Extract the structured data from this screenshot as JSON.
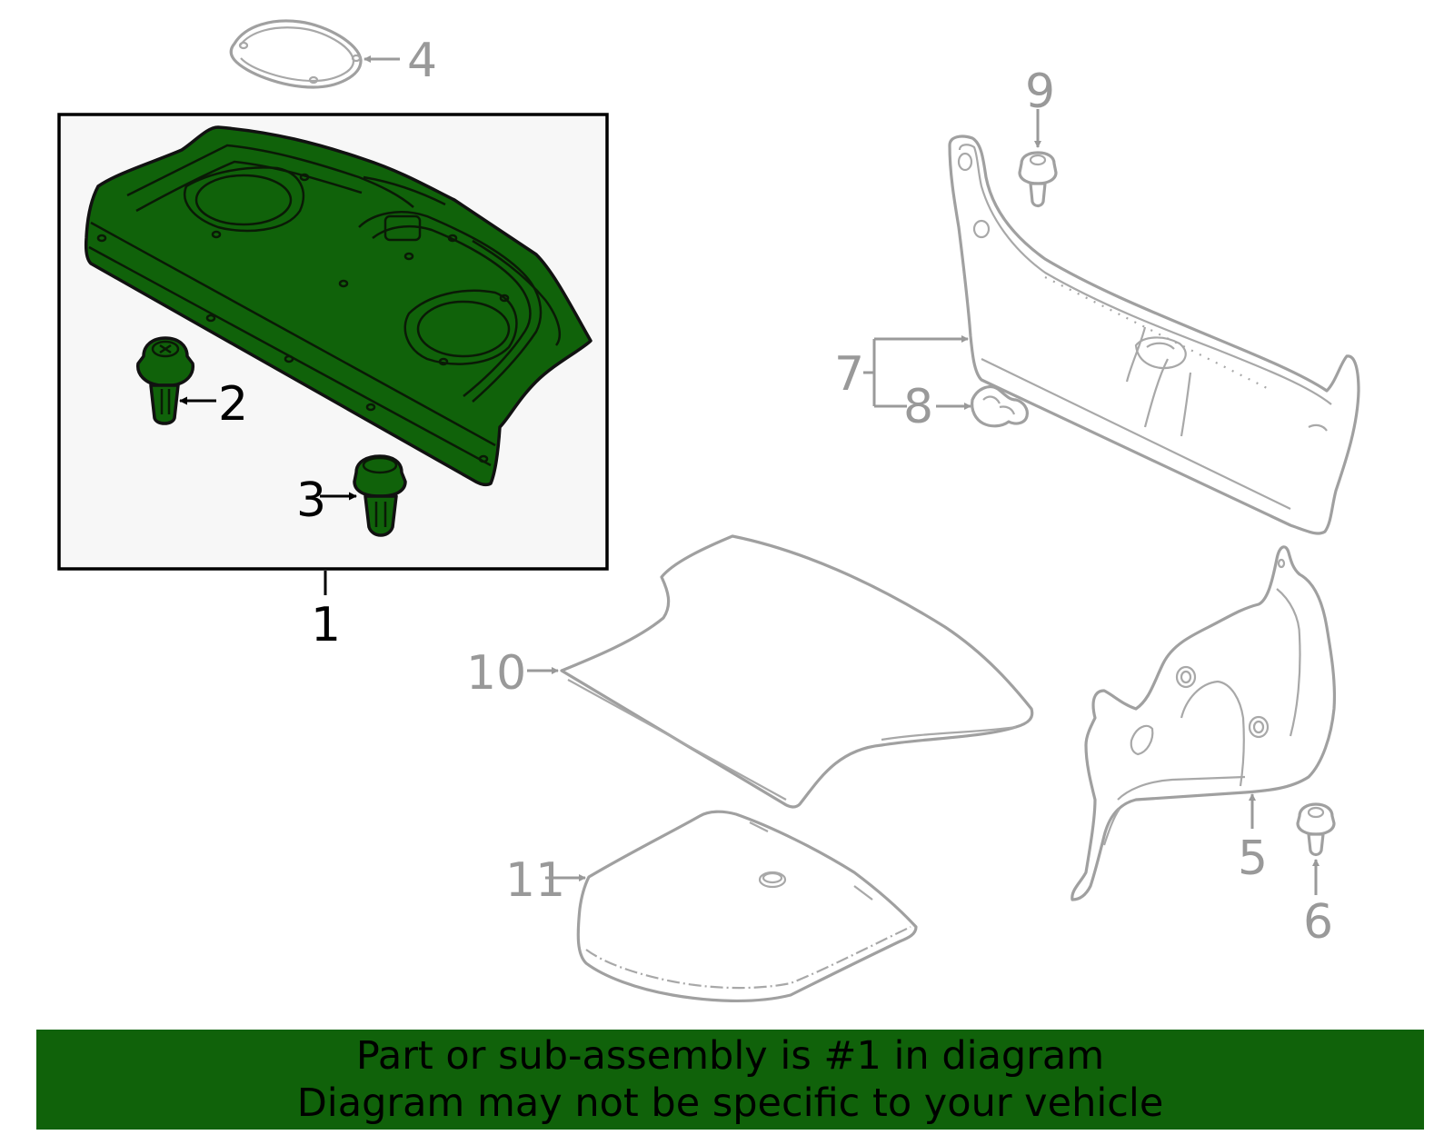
{
  "callouts": {
    "c1": "1",
    "c2": "2",
    "c3": "3",
    "c4": "4",
    "c5": "5",
    "c6": "6",
    "c7": "7",
    "c8": "8",
    "c9": "9",
    "c10": "10",
    "c11": "11"
  },
  "banner": {
    "line1": "Part or sub-assembly is #1 in diagram",
    "line2": "Diagram may not be specific to your vehicle"
  },
  "colors": {
    "highlight": "#10620a",
    "outline_grey": "#9a9a9a",
    "panel_bg": "#f7f7f7"
  }
}
